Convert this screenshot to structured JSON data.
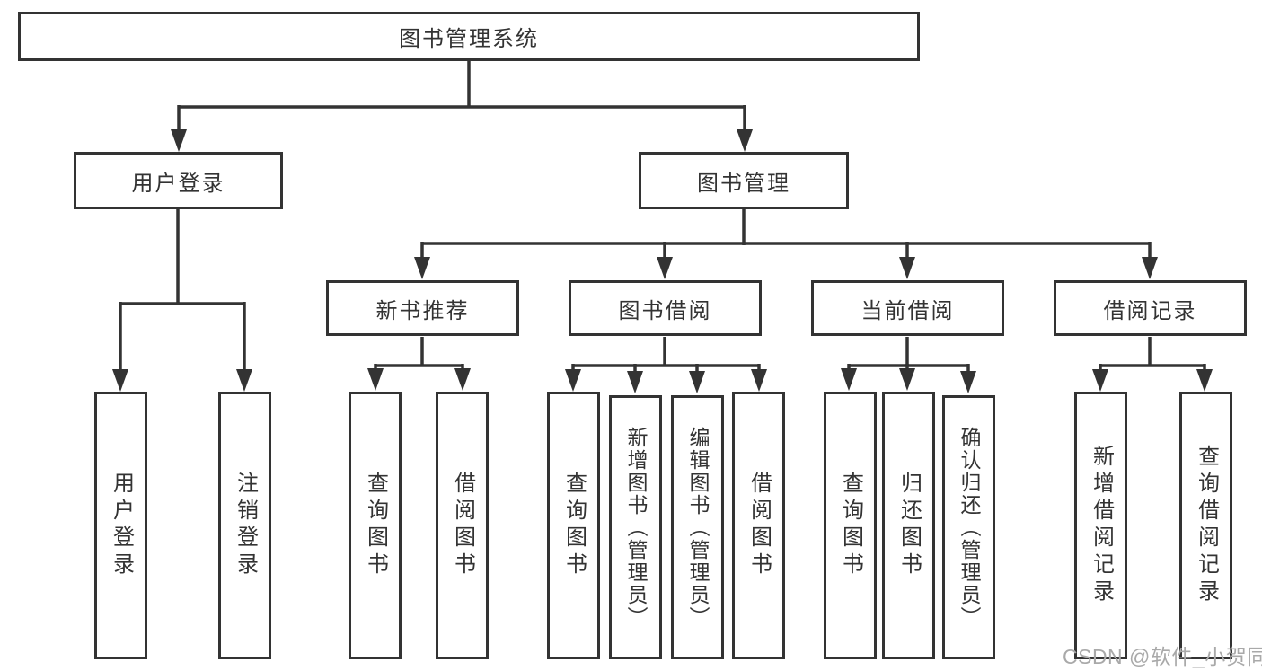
{
  "colors": {
    "line": "#333333",
    "box_border": "#333333",
    "text": "#333333",
    "watermark": "#a9a9a9",
    "background": "#ffffff"
  },
  "tree": {
    "root": {
      "label": "图书管理系统"
    },
    "branches": [
      {
        "label": "用户登录",
        "children": [
          {
            "label": "用户登录"
          },
          {
            "label": "注销登录"
          }
        ]
      },
      {
        "label": "图书管理",
        "children": [
          {
            "label": "新书推荐",
            "children": [
              {
                "label": "查询图书"
              },
              {
                "label": "借阅图书"
              }
            ]
          },
          {
            "label": "图书借阅",
            "children": [
              {
                "label": "查询图书"
              },
              {
                "label": "新增图书（管理员）"
              },
              {
                "label": "编辑图书（管理员）"
              },
              {
                "label": "借阅图书"
              }
            ]
          },
          {
            "label": "当前借阅",
            "children": [
              {
                "label": "查询图书"
              },
              {
                "label": "归还图书"
              },
              {
                "label": "确认归还（管理员）"
              }
            ]
          },
          {
            "label": "借阅记录",
            "children": [
              {
                "label": "新增借阅记录"
              },
              {
                "label": "查询借阅记录"
              }
            ]
          }
        ]
      }
    ]
  },
  "watermark": {
    "text": "CSDN @软件_小贺同学"
  }
}
